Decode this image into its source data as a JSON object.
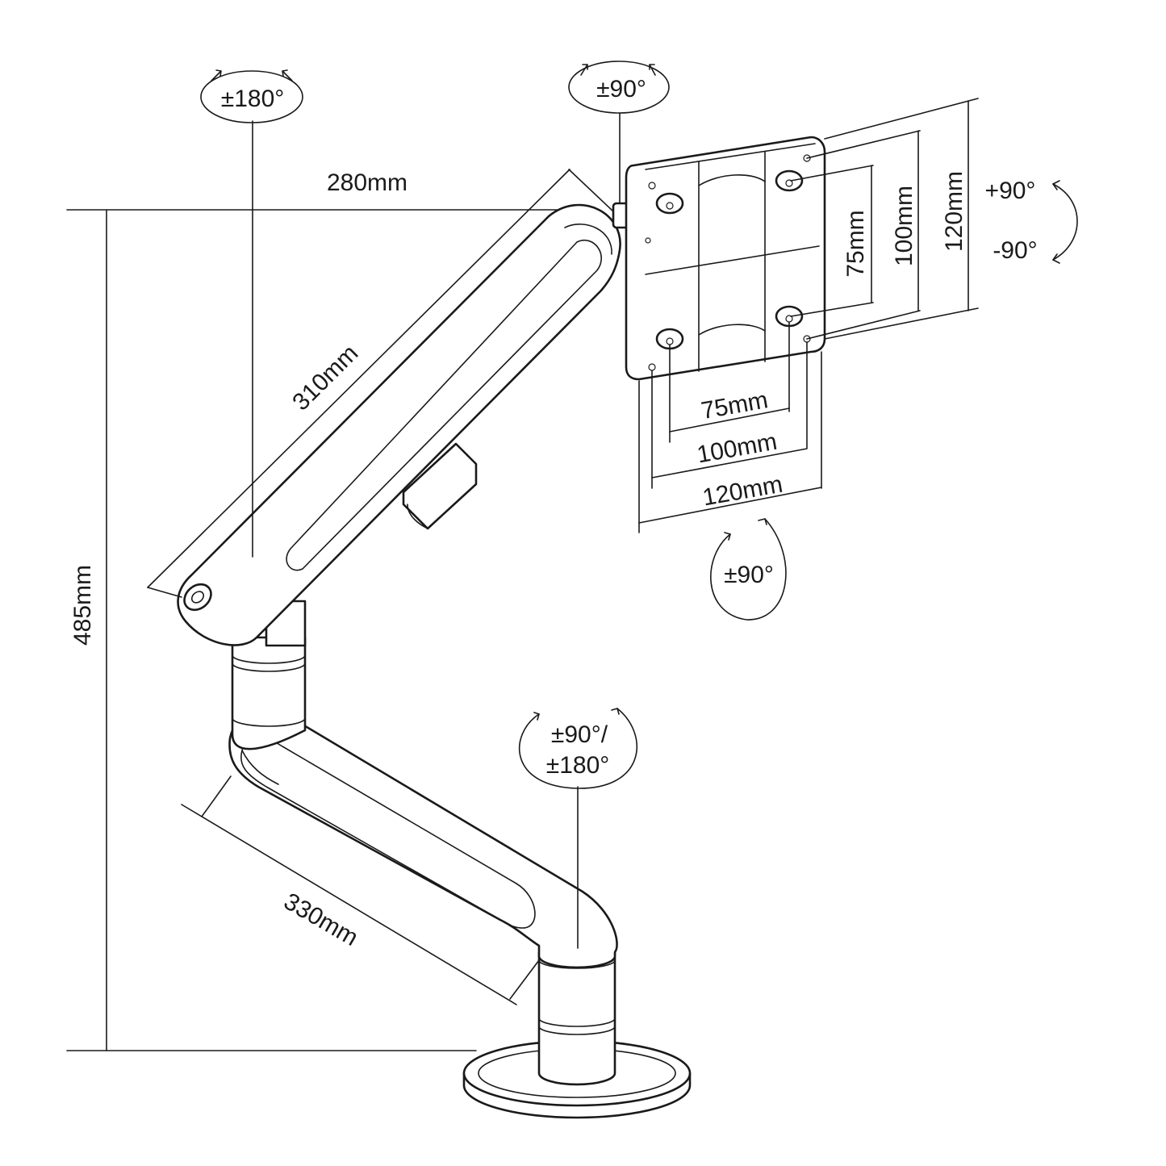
{
  "labels": {
    "rot_top_left": "±180°",
    "rot_top_mid": "±90°",
    "tilt_plus": "+90°",
    "tilt_minus": "-90°",
    "rot_plate": "±90°",
    "rot_base_line1": "±90°/",
    "rot_base_line2": "±180°",
    "dim_280": "280mm",
    "dim_310": "310mm",
    "dim_330": "330mm",
    "dim_485": "485mm",
    "vesa_v75": "75mm",
    "vesa_v100": "100mm",
    "vesa_v120": "120mm",
    "vesa_h75": "75mm",
    "vesa_h100": "100mm",
    "vesa_h120": "120mm"
  },
  "colors": {
    "line": "#1a1a1a",
    "background": "#ffffff"
  }
}
